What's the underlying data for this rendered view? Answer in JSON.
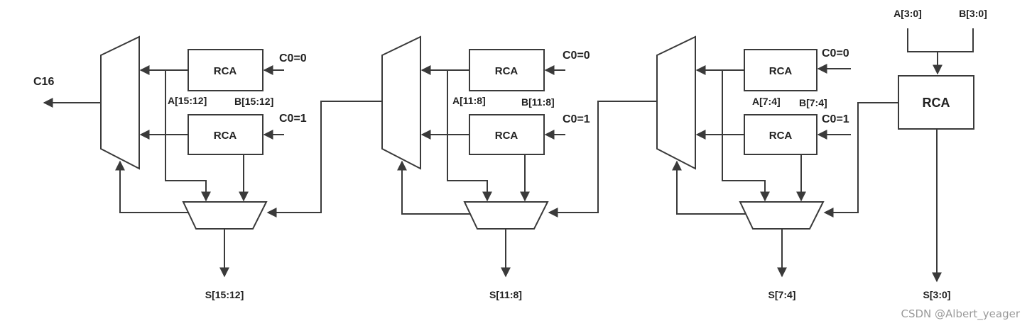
{
  "diagram": {
    "carry_out_label": "C16",
    "stages": [
      {
        "rca_top_label": "RCA",
        "rca_bottom_label": "RCA",
        "c0_top": "C0=0",
        "c0_bottom": "C0=1",
        "a_label": "A[15:12]",
        "b_label": "B[15:12]",
        "sum_label": "S[15:12]"
      },
      {
        "rca_top_label": "RCA",
        "rca_bottom_label": "RCA",
        "c0_top": "C0=0",
        "c0_bottom": "C0=1",
        "a_label": "A[11:8]",
        "b_label": "B[11:8]",
        "sum_label": "S[11:8]"
      },
      {
        "rca_top_label": "RCA",
        "rca_bottom_label": "RCA",
        "c0_top": "C0=0",
        "c0_bottom": "C0=1",
        "a_label": "A[7:4]",
        "b_label": "B[7:4]",
        "sum_label": "S[7:4]"
      }
    ],
    "first_stage": {
      "a_label": "A[3:0]",
      "b_label": "B[3:0]",
      "rca_label": "RCA",
      "sum_label": "S[3:0]"
    },
    "watermark": "CSDN @Albert_yeager"
  }
}
